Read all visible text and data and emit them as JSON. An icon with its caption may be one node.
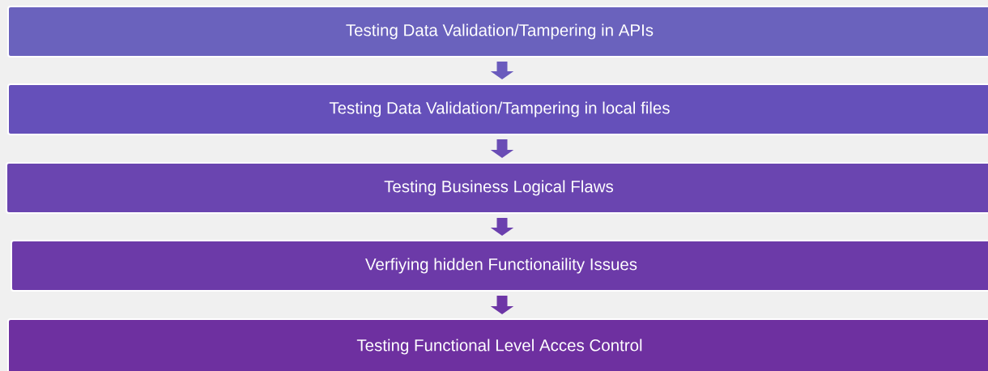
{
  "diagram": {
    "nodes": [
      {
        "text": [
          "Testing Data Validation/Tampering in APIs"
        ]
      },
      {
        "text": [
          "Testing Data Validation/Tampering in local files"
        ]
      },
      {
        "text": [
          "Testing Business Logical Flaws"
        ]
      },
      {
        "text": [
          "Verfiying hidden Functionaility Issues"
        ]
      },
      {
        "text": [
          "Testing Functional Level Acces Control"
        ]
      }
    ],
    "edges": [
      {
        "from": 0,
        "to": 1,
        "arrow": "to"
      },
      {
        "from": 1,
        "to": 2,
        "arrow": "to"
      },
      {
        "from": 2,
        "to": 3,
        "arrow": "to"
      },
      {
        "from": 3,
        "to": 4,
        "arrow": "to"
      }
    ]
  }
}
